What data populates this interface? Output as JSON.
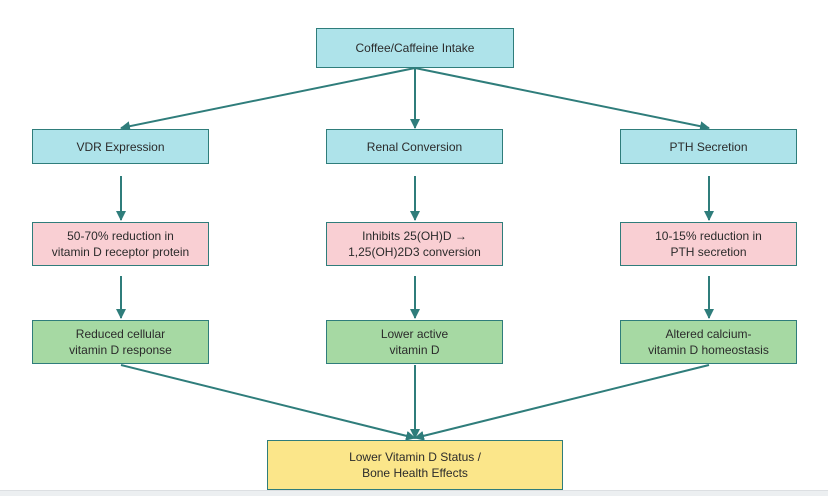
{
  "nodes": {
    "intake": "Coffee/Caffeine Intake",
    "vdr": "VDR Expression",
    "renal": "Renal Conversion",
    "pth": "PTH Secretion",
    "vdr_effect": "50-70% reduction in\nvitamin D receptor protein",
    "renal_effect": "Inhibits 25(OH)D →\n1,25(OH)2D3 conversion",
    "pth_effect": "10-15% reduction in\nPTH secretion",
    "vdr_outcome": "Reduced cellular\nvitamin D response",
    "renal_outcome": "Lower active\nvitamin D",
    "pth_outcome": "Altered calcium-\nvitamin D homeostasis",
    "final": "Lower Vitamin D Status /\nBone Health Effects"
  },
  "colors": {
    "mechanism": "#aee3ea",
    "effect": "#f9cfd3",
    "outcome": "#a6d9a3",
    "final": "#fbe68a",
    "stroke": "#2f7d7b"
  }
}
